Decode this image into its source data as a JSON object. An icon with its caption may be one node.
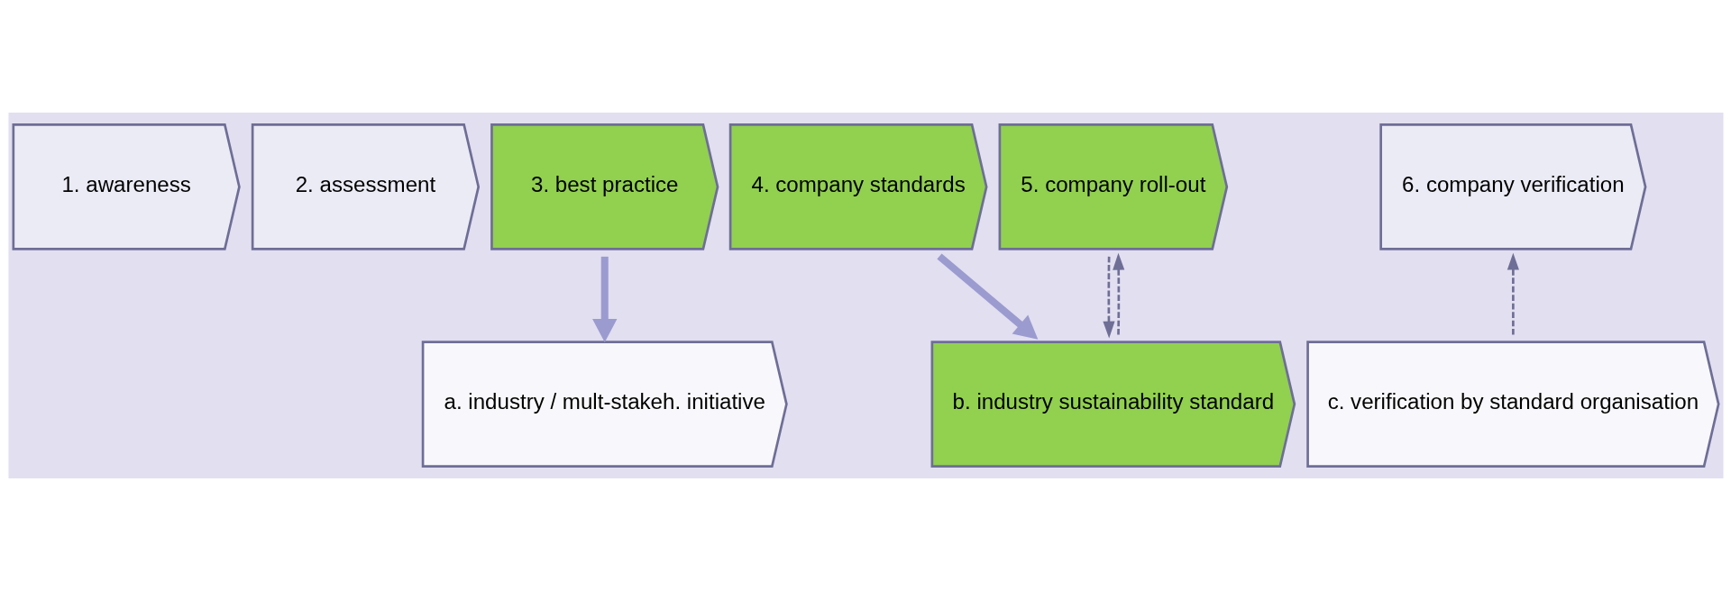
{
  "diagram": {
    "nodes": [
      {
        "text": [
          "1. awareness"
        ]
      },
      {
        "text": [
          "2. assessment"
        ]
      },
      {
        "text": [
          "3. best practice"
        ]
      },
      {
        "text": [
          "4. company standards"
        ]
      },
      {
        "text": [
          "5. company roll-out"
        ]
      },
      {
        "text": [
          "6. company verification"
        ]
      },
      {
        "text": [
          "a. industry / mult-stakeh. initiative"
        ]
      },
      {
        "text": [
          "b. industry sustainability standard"
        ]
      },
      {
        "text": [
          "c. verification by standard organisation"
        ]
      }
    ],
    "edges": [
      {
        "from": 2,
        "to": 6,
        "arrow": "to",
        "style": "thick"
      },
      {
        "from": 3,
        "to": 7,
        "arrow": "to",
        "style": "thick"
      },
      {
        "from": 7,
        "to": 4,
        "arrow": "to",
        "style": "dashed"
      },
      {
        "from": 4,
        "to": 7,
        "arrow": "to",
        "style": "dashed"
      },
      {
        "from": 8,
        "to": 5,
        "arrow": "to",
        "style": "dashed"
      }
    ]
  }
}
